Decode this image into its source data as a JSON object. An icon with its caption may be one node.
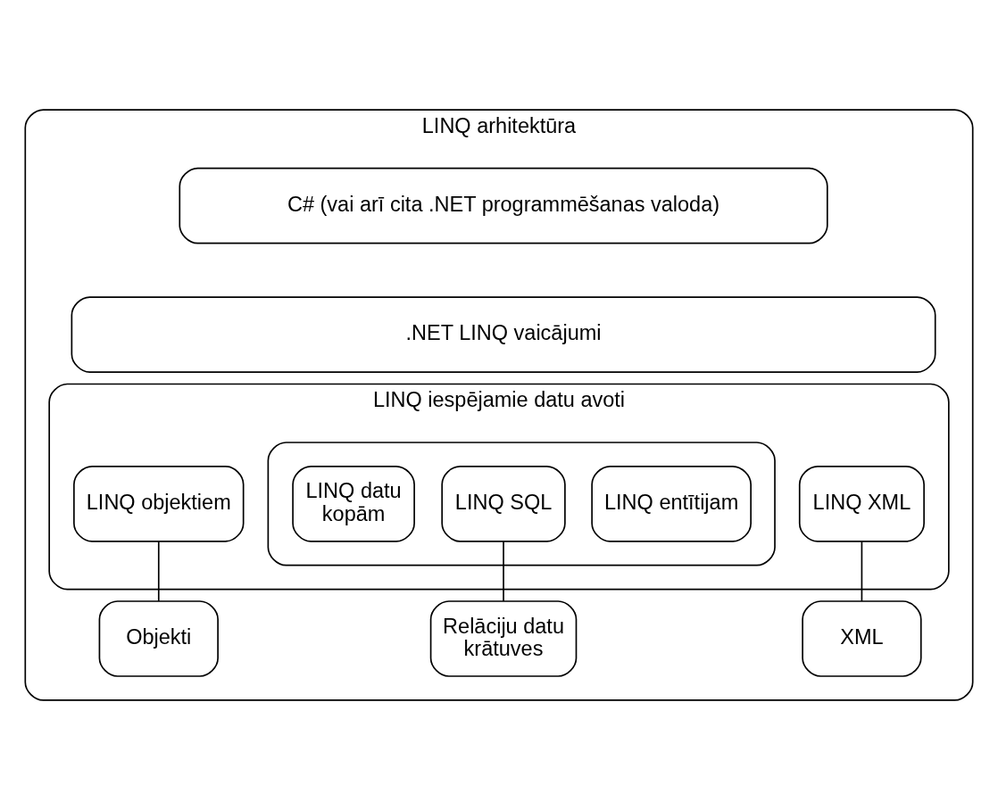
{
  "diagram": {
    "nodes": [
      {
        "text": [
          "LINQ arhitektūra"
        ]
      },
      {
        "text": [
          "C# (vai arī cita .NET programmēšanas valoda)"
        ],
        "in": 0
      },
      {
        "text": [
          ".NET LINQ vaicājumi"
        ],
        "in": 0
      },
      {
        "text": [
          "LINQ iespējamie datu avoti"
        ],
        "in": 0
      },
      {
        "text": [
          "LINQ objektiem"
        ],
        "in": 3
      },
      {
        "text": [],
        "shape": "box",
        "in": 3
      },
      {
        "text": [
          "LINQ datu kopām"
        ],
        "in": 5
      },
      {
        "text": [
          "LINQ SQL"
        ],
        "in": 5
      },
      {
        "text": [
          "LINQ entītijam"
        ],
        "in": 5
      },
      {
        "text": [
          "LINQ XML"
        ],
        "in": 3
      },
      {
        "text": [
          "Objekti"
        ],
        "in": 0
      },
      {
        "text": [
          "Relāciju datu krātuves"
        ],
        "in": 0
      },
      {
        "text": [
          "XML"
        ],
        "in": 0
      }
    ],
    "edges": [
      {
        "from": 4,
        "to": 10,
        "arrow": "none"
      },
      {
        "from": 7,
        "to": 11,
        "arrow": "none"
      },
      {
        "from": 9,
        "to": 12,
        "arrow": "none"
      }
    ]
  }
}
